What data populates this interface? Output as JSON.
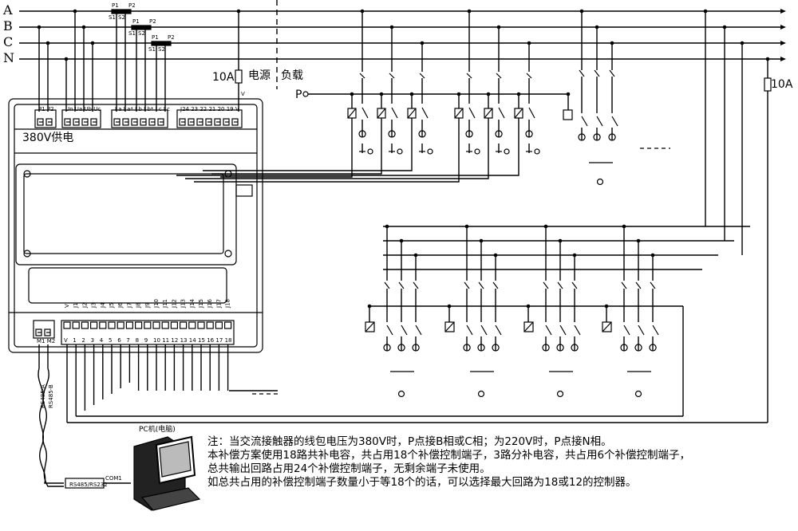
{
  "phases": [
    "A",
    "B",
    "C",
    "N"
  ],
  "ct_labels": {
    "p1": "P1",
    "p2": "P2",
    "s1": "S1",
    "s2": "S2"
  },
  "fuse_left": "10A",
  "fuse_right": "10A",
  "source_label": "电源",
  "load_label": "负载",
  "v_label": "V",
  "p_label": "P",
  "supply_label": "380V供电",
  "terminal_groups": {
    "p": "P1 P2",
    "u": "Un Ua Ub Uc",
    "i": "I a I a* I b I b* I c I c",
    "j_top": "J24 23 22 21 20 19 V",
    "j_top_vertical": [
      "J24",
      "J23",
      "J22",
      "J21",
      "J20",
      "J19",
      "V"
    ]
  },
  "bottom_labels": [
    "V",
    "J1",
    "J2",
    "J3",
    "J4",
    "J5",
    "J6",
    "J7",
    "J8",
    "J9",
    "J10",
    "J11",
    "J12",
    "J13",
    "J14",
    "J15",
    "J16",
    "J17",
    "J18"
  ],
  "bottom_numbers": [
    "V",
    "1",
    "2",
    "3",
    "4",
    "5",
    "6",
    "7",
    "8",
    "9",
    "10",
    "11",
    "12",
    "13",
    "14",
    "15",
    "16",
    "17",
    "18"
  ],
  "m_labels": "M1 M2",
  "rs485_a": "RS485-A",
  "rs485_b": "RS485-B",
  "pc_label": "PC机(电脑)",
  "com_label": "COM1",
  "converter_label": "RS485/RS232",
  "notes": [
    "注：当交流接触器的线包电压为380V时，P点接B相或C相；为220V时，P点接N相。",
    "本补偿方案使用18路共补电容，共占用18个补偿控制端子，3路分补电容，共占用6个补偿控制端子，",
    "总共输出回路占用24个补偿控制端子，无剩余端子未使用。",
    "如总共占用的补偿控制端子数量小于等18个的话，可以选择最大回路为18或12的控制器。"
  ]
}
